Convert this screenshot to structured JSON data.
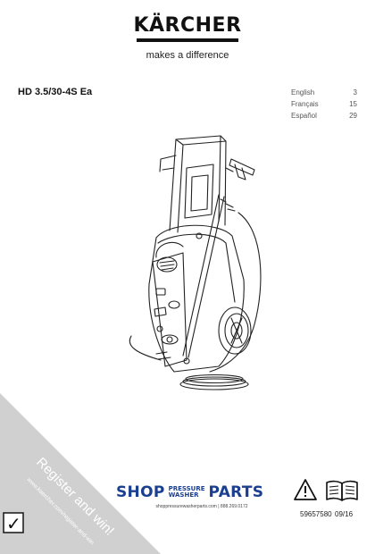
{
  "brand": {
    "name": "KÄRCHER",
    "tagline": "makes a difference"
  },
  "product": {
    "model": "HD 3.5/30-4S Ea"
  },
  "languages": [
    {
      "name": "English",
      "page": "3"
    },
    {
      "name": "Français",
      "page": "15"
    },
    {
      "name": "Español",
      "page": "29"
    }
  ],
  "banner": {
    "title": "Register and win!",
    "url": "www.kaercher.com/register-and-win",
    "check_mark": "✓"
  },
  "shop": {
    "word1": "SHOP",
    "word2a": "PRESSURE",
    "word2b": "WASHER",
    "word3": "PARTS",
    "url_text": "shoppressurewasherparts.com | 888.269.0172",
    "color": "#1b3f8f"
  },
  "footer": {
    "doc_number": "59657580",
    "date": "09/16"
  },
  "icons": [
    "warning-triangle-icon",
    "manual-book-icon",
    "checkbox-icon"
  ]
}
